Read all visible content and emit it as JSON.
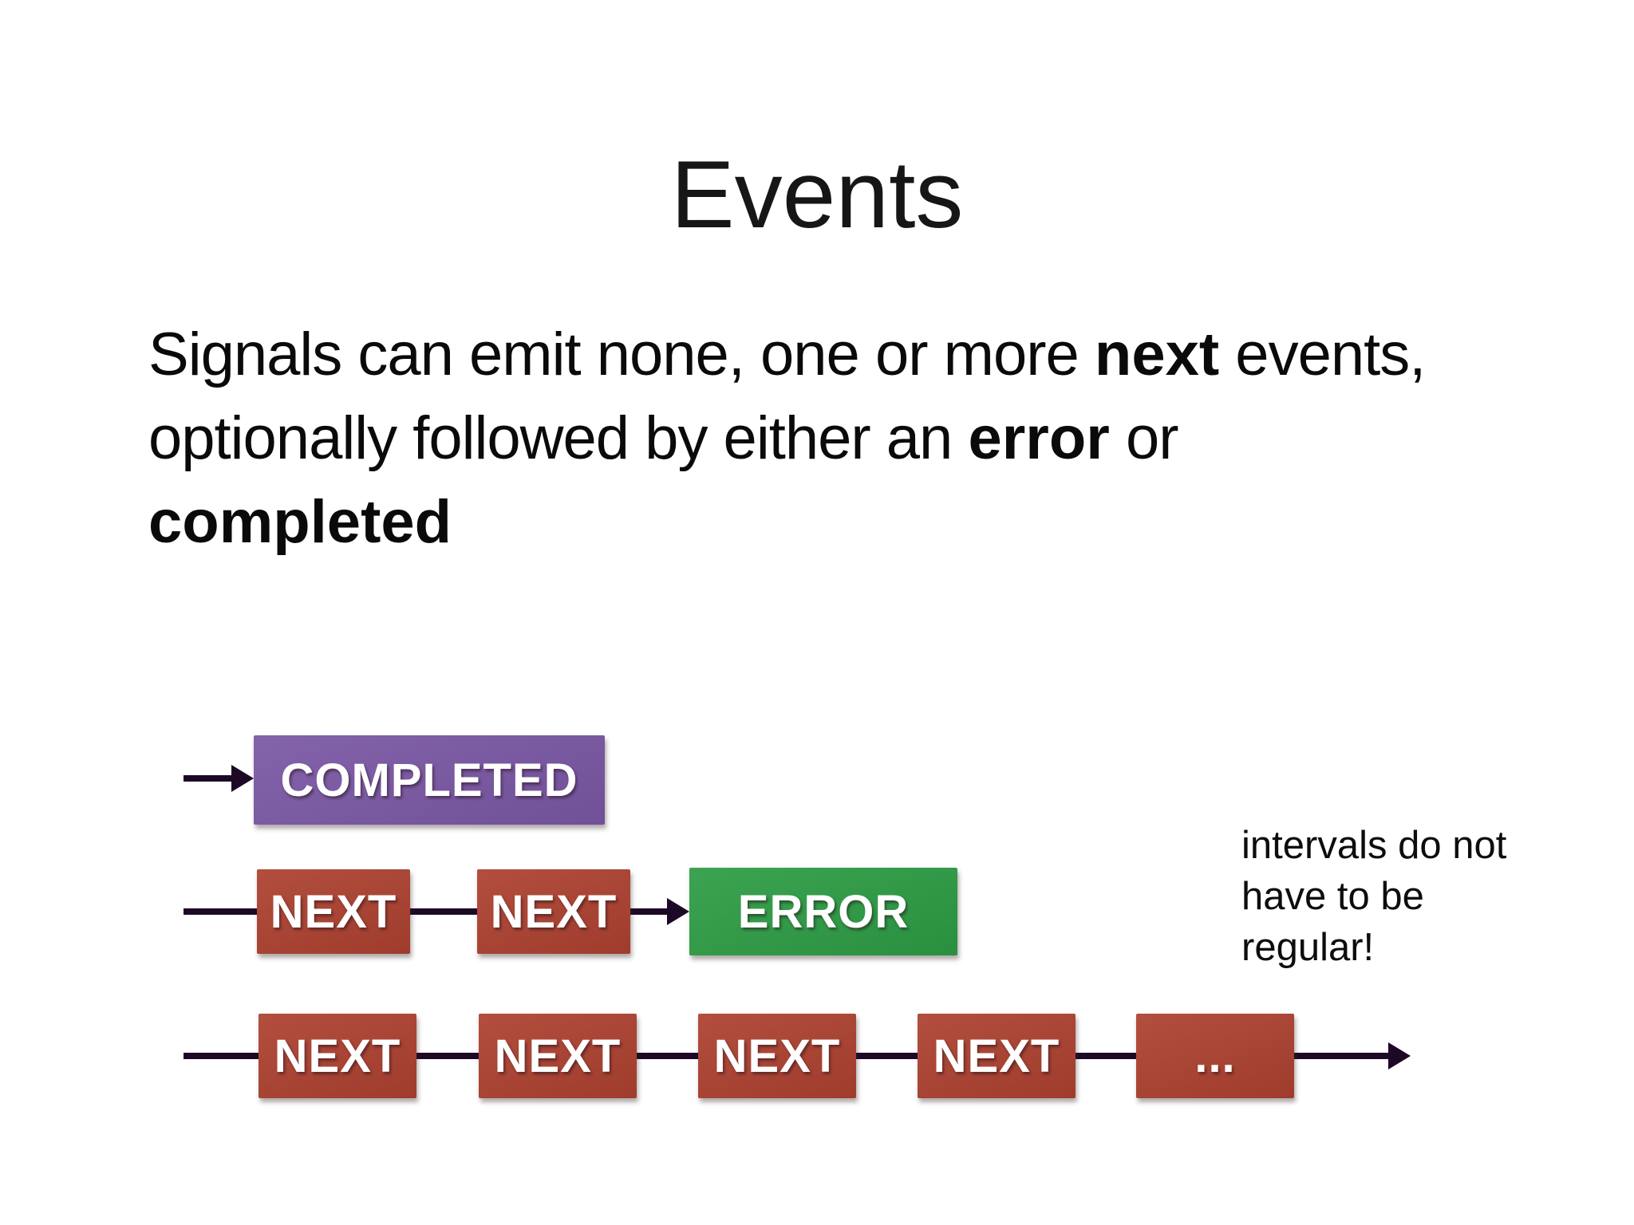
{
  "slide": {
    "title": "Events",
    "body_lines": [
      {
        "segments": [
          {
            "text": "Signals can emit none, one or more ",
            "bold": false
          },
          {
            "text": "next",
            "bold": true
          },
          {
            "text": " events,",
            "bold": false
          }
        ]
      },
      {
        "segments": [
          {
            "text": "optionally followed by either an ",
            "bold": false
          },
          {
            "text": "error",
            "bold": true
          },
          {
            "text": " or",
            "bold": false
          }
        ]
      },
      {
        "segments": [
          {
            "text": "completed",
            "bold": true
          }
        ]
      }
    ],
    "note": {
      "lines": [
        "intervals do not",
        "have to be",
        "regular!"
      ]
    },
    "colors": {
      "completed_purple": "#7a57a4",
      "next_red": "#ad4130",
      "error_green": "#2d9c44",
      "arrow_dark": "#1d0926",
      "label_text": "#ffffff"
    },
    "diagram": {
      "row_completed": {
        "boxes": [
          "COMPLETED"
        ]
      },
      "row_error": {
        "boxes": [
          "NEXT",
          "NEXT",
          "ERROR"
        ]
      },
      "row_next": {
        "boxes": [
          "NEXT",
          "NEXT",
          "NEXT",
          "NEXT",
          "..."
        ]
      }
    }
  }
}
